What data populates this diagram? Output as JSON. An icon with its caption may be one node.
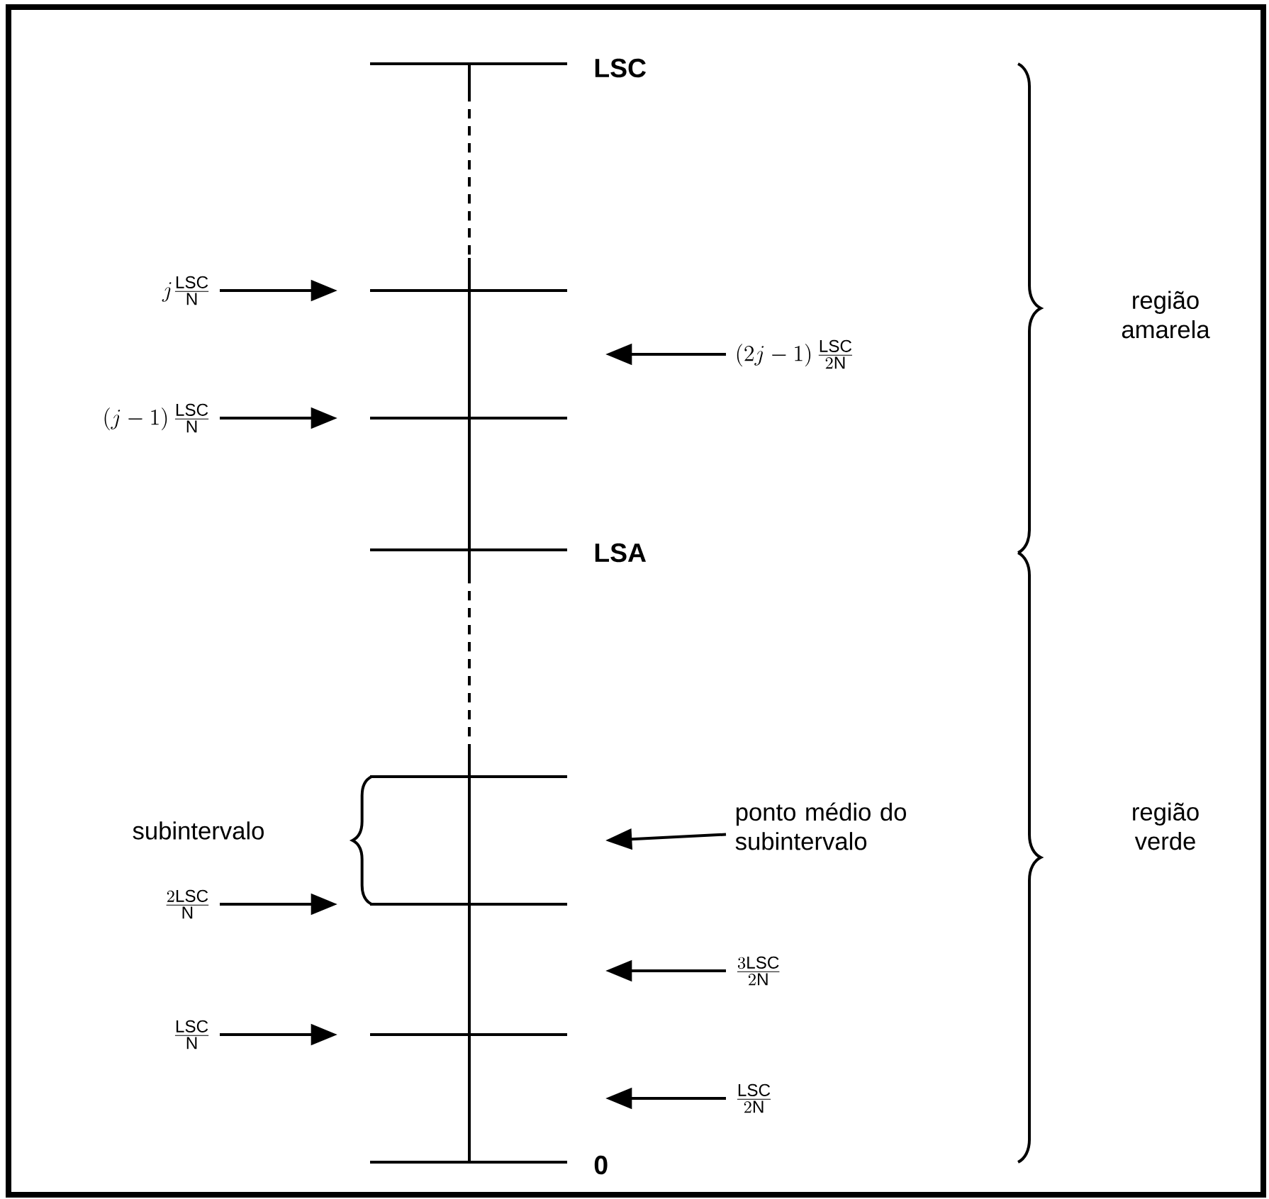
{
  "diagram": {
    "nodes": [
      {
        "text": [
          "j\\frac{\\mathrm{LSC}}{\\mathrm{N}}"
        ]
      },
      {
        "text": [
          "\\left(2j-1\\right)\\frac{\\mathrm{LSC}}{2\\mathrm{N}}"
        ]
      },
      {
        "text": [
          "\\left(j-1\\right)\\frac{\\mathrm{LSC}}{\\mathrm{N}}"
        ]
      },
      {
        "text": [
          "ponto médio do subintervalo"
        ]
      },
      {
        "text": [
          "\\frac{2\\mathrm{LSC}}{\\mathrm{N}}"
        ]
      },
      {
        "text": [
          "\\frac{3\\mathrm{LSC}}{2\\mathrm{N}}"
        ]
      },
      {
        "text": [
          "\\frac{\\mathrm{LSC}}{\\mathrm{N}}"
        ]
      },
      {
        "text": [
          "\\frac{\\mathrm{LSC}}{2\\mathrm{N}}"
        ]
      }
    ],
    "edges": [
      {
        "from": 0,
        "to": null,
        "arrow": "to"
      },
      {
        "from": 1,
        "to": null,
        "arrow": "to"
      },
      {
        "from": 2,
        "to": null,
        "arrow": "to"
      },
      {
        "from": 3,
        "to": null,
        "arrow": "to"
      },
      {
        "from": 4,
        "to": null,
        "arrow": "to"
      },
      {
        "from": 5,
        "to": null,
        "arrow": "to"
      },
      {
        "from": 6,
        "to": null,
        "arrow": "to"
      },
      {
        "from": 7,
        "to": null,
        "arrow": "to"
      }
    ],
    "labels": [
      "LSC",
      "região amarela",
      "LSA",
      "subintervalo",
      "região verde",
      "0"
    ]
  }
}
